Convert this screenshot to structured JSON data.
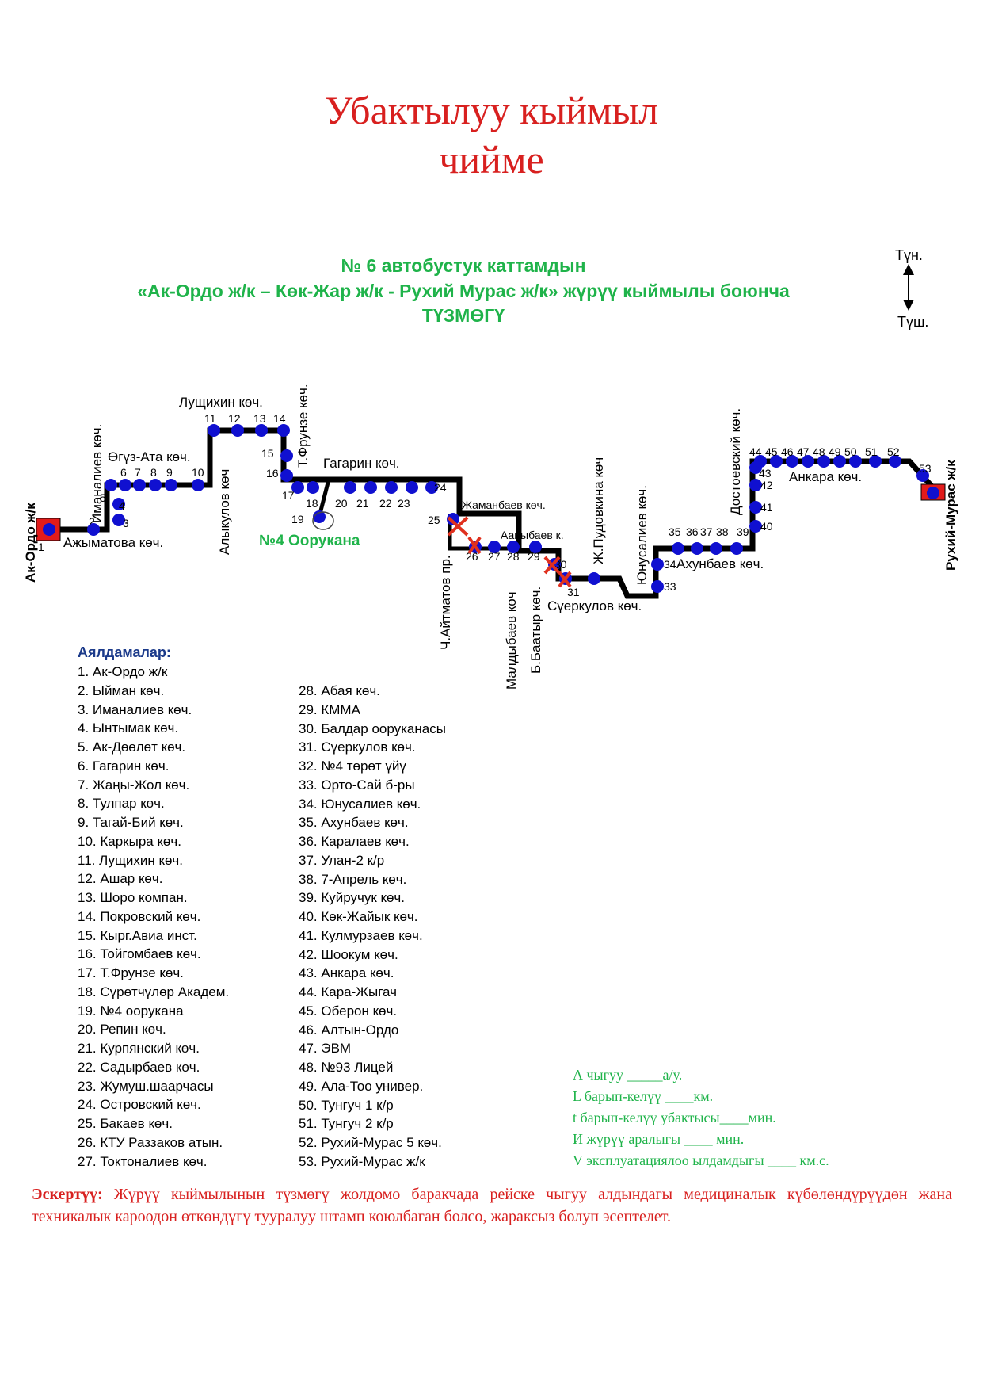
{
  "header": {
    "title_line1": "Убактылуу кыймыл",
    "title_line2": "чийме"
  },
  "scheme": {
    "line1": "№ 6  автобустук каттамдын",
    "line2": "«Ак-Ордо ж/к – Көк-Жар ж/к - Рухий Мурас ж/к» жүрүү кыймылы боюнча",
    "line3": "ТҮЗМӨГҮ"
  },
  "compass": {
    "north": "Түн.",
    "south": "Түш."
  },
  "map": {
    "terminal_start": "Ак-Ордо ж/к",
    "terminal_end": "Рухий-Мурас ж/к",
    "school_label": "№4 Оорукана",
    "streets": {
      "ajymatova": "Ажыматова көч.",
      "imanaliev": "Иманалиев көч.",
      "oguz_ata": "Өгүз-Ата көч.",
      "alykulov": "Алыкулов көч",
      "lushchikhin": "Лущихин көч.",
      "frunze": "Т.Фрунзе көч.",
      "gagarin": "Гагарин көч.",
      "zhamanbaev": "Жаманбаев көч.",
      "aitmatov": "Ч.Айтматов пр.",
      "aalybaev": "Ааныбаев к.",
      "maldybaev": "Малдыбаев көч",
      "baatyr": "Б.Баатыр көч.",
      "pudovkina": "Ж.Пудовкина көч",
      "suerkulov": "Сүеркулов көч.",
      "yunusaliev": "Юнусалиев көч.",
      "akhunbaev": "Ахунбаев көч.",
      "dostoevsky": "Достоевский көч.",
      "ankara": "Анкара көч."
    },
    "stop_numbers": [
      "1",
      "2",
      "3",
      "4",
      "5",
      "6",
      "7",
      "8",
      "9",
      "10",
      "11",
      "12",
      "13",
      "14",
      "15",
      "16",
      "17",
      "18",
      "19",
      "20",
      "21",
      "22",
      "23",
      "24",
      "25",
      "26",
      "27",
      "28",
      "29",
      "30",
      "31",
      "33",
      "34",
      "35",
      "36",
      "37",
      "38",
      "39",
      "40",
      "41",
      "42",
      "43",
      "44",
      "45",
      "46",
      "47",
      "48",
      "49",
      "50",
      "51",
      "52",
      "53"
    ]
  },
  "stops": {
    "heading": "Аялдамалар:",
    "col1": [
      "1. Ак-Ордо ж/к",
      "2. Ыйман көч.",
      "3. Иманалиев көч.",
      "4. Ынтымак көч.",
      "5. Ак-Дөөлөт көч.",
      "6. Гагарин көч.",
      "7. Жаңы-Жол көч.",
      "8. Тулпар көч.",
      "9. Тагай-Бий көч.",
      "10. Каркыра көч.",
      "11. Лущихин көч.",
      "12. Ашар көч.",
      "13. Шоро компан.",
      "14. Покровский көч.",
      "15. Кырг.Авиа инст.",
      "16. Тойгомбаев көч.",
      "17. Т.Фрунзе көч.",
      "18. Сүрөтчүлөр Академ.",
      "19. №4 оорукана",
      "20. Репин көч.",
      "21. Курпянский көч.",
      "22. Садырбаев көч.",
      "23. Жумуш.шаарчасы",
      "24. Островский көч.",
      "25. Бакаев көч.",
      "26. КТУ Раззаков атын.",
      "27. Токтоналиев көч."
    ],
    "col2": [
      "28. Абая көч.",
      "29. КММА",
      "30. Балдар оорук​анасы",
      "31. Сүеркулов көч.",
      "32. №4 төрөт үйү",
      "33. Орто-Сай б-ры",
      "34. Юнусалиев көч.",
      "35. Ахунбаев көч.",
      "36. Каралаев көч.",
      "37. Улан-2 к/р",
      "38. 7-Апрель көч.",
      "39. Куйручук көч.",
      "40. Көк-Жайык көч.",
      "41. Кулмурзаев көч.",
      "42. Шоокум көч.",
      "43. Анкара көч.",
      "44. Кара-Жыгач",
      "45. Оберон көч.",
      "46. Алтын-Ордо",
      "47. ЭВМ",
      "48. №93 Лицей",
      "49. Ала-Тоо универ.",
      "50. Тунгуч 1 к/р",
      "51. Тунгуч 2 к/р",
      "52. Рухий-Мурас 5 көч.",
      "53. Рухий-Мурас ж/к"
    ]
  },
  "params": [
    "А чыгуу  _____а/у.",
    "L барып-келүү ____км.",
    "t барып-келүү убактысы____мин.",
    "И жүрүү аралыгы ____      мин.",
    "V эксплуатациялоо ылдамдыгы ____ км.с."
  ],
  "note": {
    "label": "Эскертүү:",
    "text": " Жүрүү кыймылынын түзмөгү жолдомо баракчада рейске чыгуу алдындагы медициналык күбөлөндүрүүдөн жана техникалык кароодон өткөндүгү тууралуу штамп коюлбаган болсо, жараксыз болуп эсептелет."
  },
  "colors": {
    "title_red": "#d8201f",
    "green": "#1fb34a",
    "stop_blue": "#1010d0",
    "heading_blue": "#1b3a8a"
  }
}
